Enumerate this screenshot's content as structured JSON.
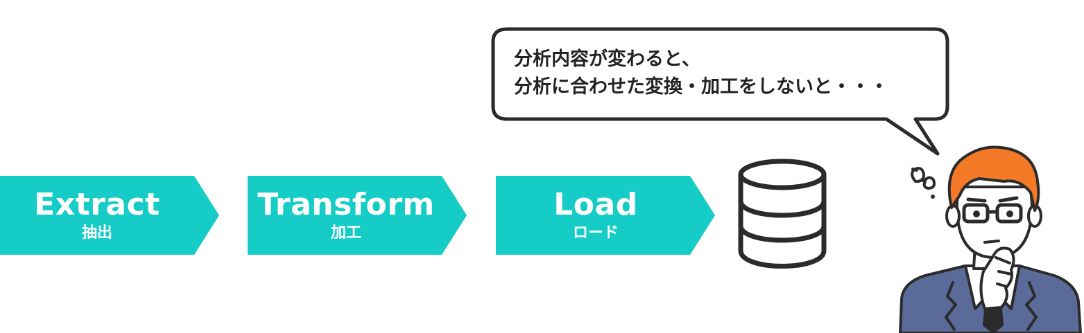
{
  "steps": [
    {
      "title": "Extract",
      "subtitle": "抽出"
    },
    {
      "title": "Transform",
      "subtitle": "加工"
    },
    {
      "title": "Load",
      "subtitle": "ロード"
    }
  ],
  "speech": {
    "line1": "分析内容が変わると、",
    "line2": "分析に合わせた変換・加工をしないと・・・"
  },
  "colors": {
    "step_fill": "#16CCC6",
    "outline": "#2B2B2B",
    "hair": "#F47A27",
    "suit": "#5A6B9A",
    "skin": "#FFFFFF"
  },
  "icons": {
    "database": "database-icon",
    "person": "thinking-person-icon",
    "swirl": "confusion-swirl-icon"
  }
}
